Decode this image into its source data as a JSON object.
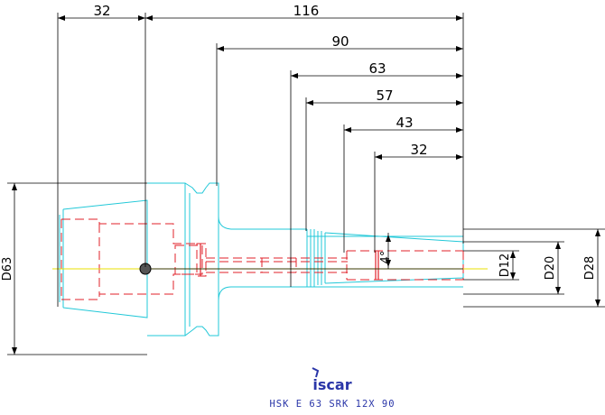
{
  "dimensions": {
    "d32_top": "32",
    "d116": "116",
    "d90": "90",
    "d63": "63",
    "d57": "57",
    "d43": "43",
    "d32_inner": "32",
    "angle": "4°",
    "diam_D63": "D63",
    "diam_D12": "D12",
    "diam_D20": "D20",
    "diam_D28": "D28"
  },
  "brand": {
    "logo": "iscar",
    "caption": "HSK E 63 SRK 12X 90"
  },
  "colors": {
    "outline": "#22c8d8",
    "hidden": "#e0202a",
    "dimension": "#000000",
    "centerline": "#e8e000",
    "brand": "#2a36a8"
  }
}
